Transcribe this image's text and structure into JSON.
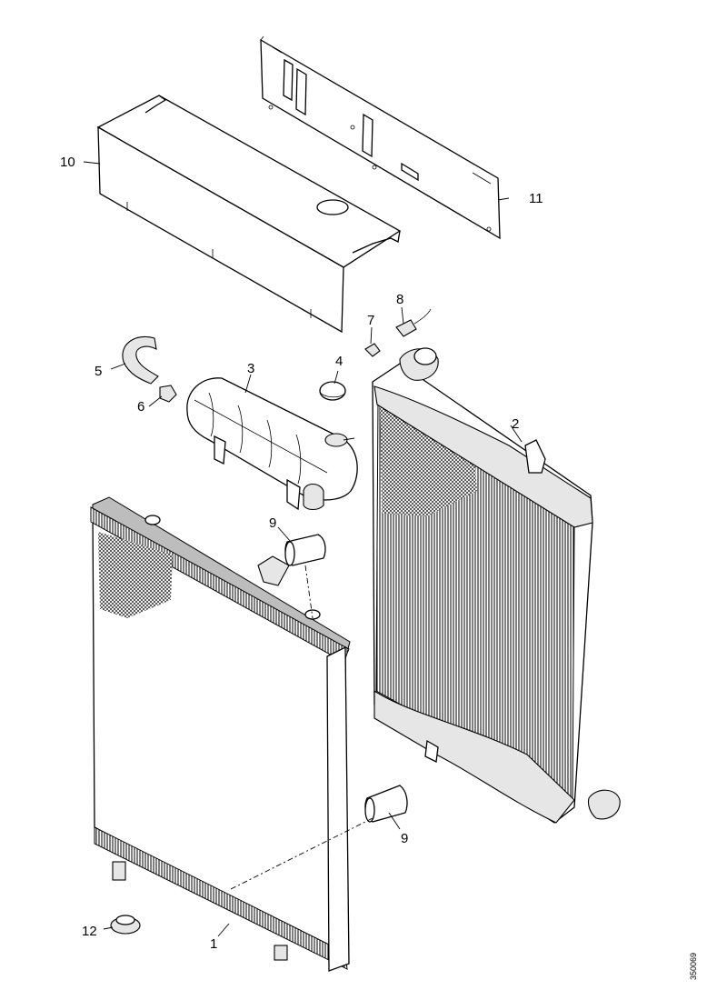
{
  "callouts": [
    {
      "id": "c1",
      "text": "1"
    },
    {
      "id": "c2",
      "text": "2"
    },
    {
      "id": "c3",
      "text": "3"
    },
    {
      "id": "c4",
      "text": "4"
    },
    {
      "id": "c5",
      "text": "5"
    },
    {
      "id": "c6",
      "text": "6"
    },
    {
      "id": "c7",
      "text": "7"
    },
    {
      "id": "c8",
      "text": "8"
    },
    {
      "id": "c9a",
      "text": "9"
    },
    {
      "id": "c9b",
      "text": "9"
    },
    {
      "id": "c10",
      "text": "10"
    },
    {
      "id": "c11",
      "text": "11"
    },
    {
      "id": "c12",
      "text": "12"
    }
  ],
  "reference_code": "350069"
}
